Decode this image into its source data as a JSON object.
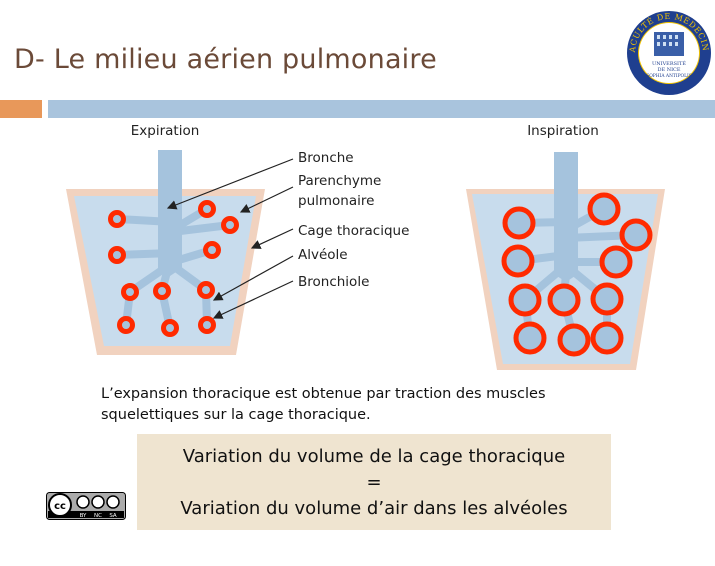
{
  "title": "D- Le milieu aérien pulmonaire",
  "logo": {
    "text_top": "FACULTÉ DE MÉDECINE",
    "text_bottom": "UNIVERSITÉ DE NICE SOPHIA ANTIPOLIS",
    "colors": {
      "ring": "#1f3f8f",
      "gold": "#f3c400"
    }
  },
  "diagram": {
    "expiration_label": "Expiration",
    "inspiration_label": "Inspiration",
    "labels": {
      "bronche": "Bronche",
      "parenchyme_line1": "Parenchyme",
      "parenchyme_line2": "pulmonaire",
      "cage": "Cage thoracique",
      "alveole": "Alvéole",
      "bronchiole": "Bronchiole"
    },
    "colors": {
      "cage": "#f1d2bf",
      "lung": "#c8dced",
      "airway": "#a5c3dd",
      "alveolus": "#ff2a00"
    }
  },
  "body_text": "L’expansion thoracique est obtenue par traction des muscles squelettiques sur la cage thoracique.",
  "box": {
    "line1": "Variation du volume de la cage thoracique",
    "line2": "=",
    "line3": "Variation du volume d’air dans les alvéoles"
  },
  "license": {
    "badge": "cc",
    "parts": [
      "BY",
      "NC",
      "SA"
    ]
  }
}
